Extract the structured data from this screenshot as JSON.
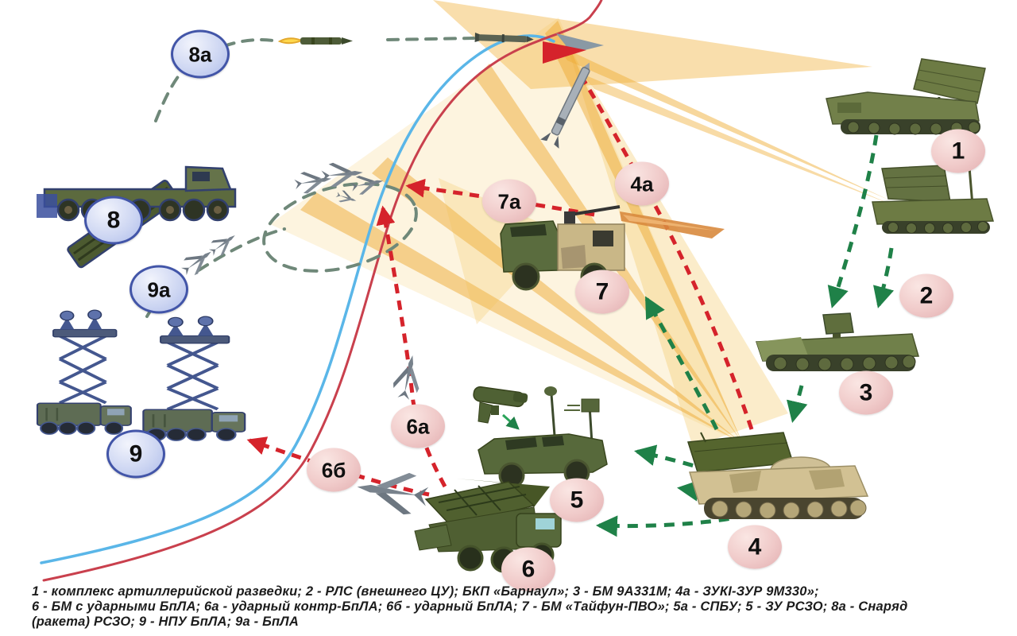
{
  "badges": {
    "b1": {
      "label": "1"
    },
    "b2": {
      "label": "2"
    },
    "b3": {
      "label": "3"
    },
    "b4": {
      "label": "4"
    },
    "b4a": {
      "label": "4а"
    },
    "b5": {
      "label": "5"
    },
    "b6": {
      "label": "6"
    },
    "b6a": {
      "label": "6а"
    },
    "b6b": {
      "label": "6б"
    },
    "b7": {
      "label": "7"
    },
    "b7a": {
      "label": "7а"
    },
    "b8": {
      "label": "8"
    },
    "b8a": {
      "label": "8а"
    },
    "b9": {
      "label": "9"
    },
    "b9a": {
      "label": "9а"
    }
  },
  "caption": {
    "line1": "1 - комплекс артиллерийской разведки; 2 - РЛС (внешнего ЦУ); БКП «Барнаул»; 3 - БМ 9А331М; 4а - ЗУКI-ЗУР 9М330»;",
    "line2": "6 - БМ с ударными БпЛА; 6а - ударный контр-БпЛА; 6б - ударный БпЛА; 7 - БМ «Тайфун-ПВО»; 5а - СПБУ; 5 - ЗУ РСЗО; 8а - Снаряд",
    "line3": "(ракета) РСЗО; 9 - НПУ БпЛА; 9а - БпЛА"
  },
  "colors": {
    "command_link_green": "#1f8148",
    "engagement_red": "#d5232b",
    "flight_path_gray_green": "#6f8879",
    "target_track_blue": "#5ab6e8",
    "trajectory_red": "#c9404d",
    "radar_beam_yellow": "#f0ad35",
    "badge_pink": "#efc7c6",
    "badge_blue_border": "#4255a8"
  }
}
